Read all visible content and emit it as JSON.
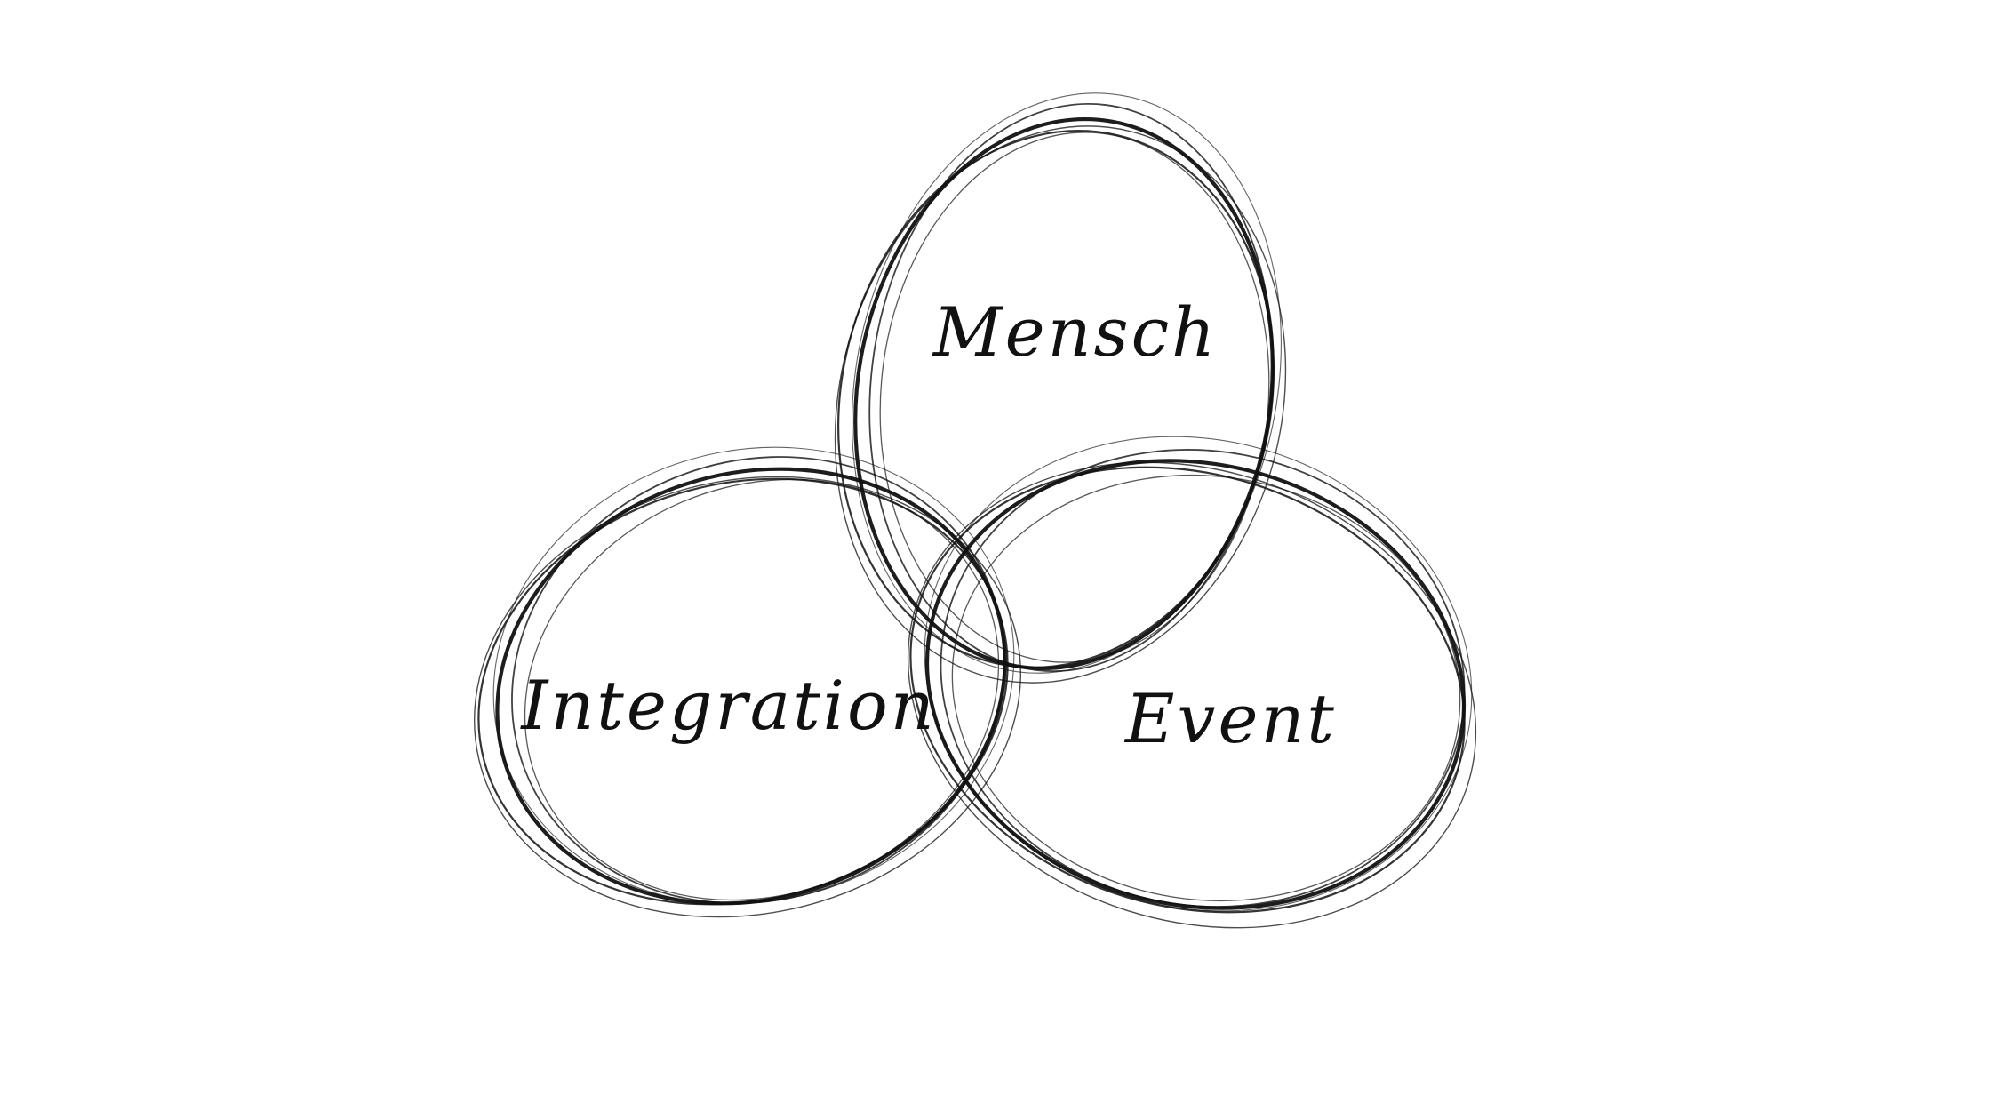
{
  "diagram": {
    "type": "venn",
    "style": "hand-drawn sketch",
    "stroke_color": "#111111",
    "background_color": "#ffffff",
    "sets": [
      {
        "id": "mensch",
        "label": "Mensch"
      },
      {
        "id": "integration",
        "label": "Integration"
      },
      {
        "id": "event",
        "label": "Event"
      }
    ]
  }
}
